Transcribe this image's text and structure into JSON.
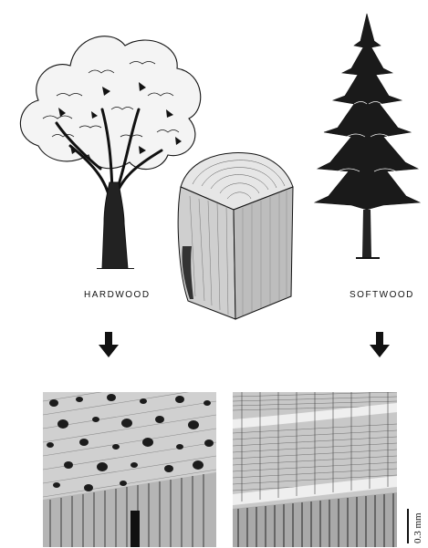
{
  "labels": {
    "hardwood": "HARDWOOD",
    "softwood": "SOFTWOOD",
    "scale": "0.3 mm"
  },
  "illustrations": {
    "hardwood_tree": "deciduous-tree",
    "softwood_tree": "conifer-tree",
    "wood_block": "log-segment-cross-section",
    "hardwood_micrograph": "hardwood-sem-micrograph",
    "softwood_micrograph": "softwood-sem-micrograph",
    "arrows": "down-arrow-icon"
  },
  "colors": {
    "ink": "#111111",
    "micro_light": "#d8d8d8",
    "micro_dark": "#2a2a2a"
  }
}
